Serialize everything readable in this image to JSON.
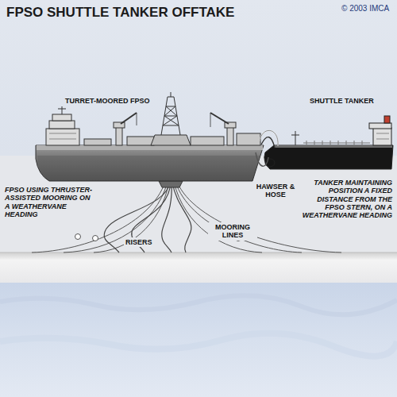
{
  "diagram": {
    "title": "FPSO SHUTTLE TANKER OFFTAKE",
    "labels": [
      "© 2003 IMCA",
      "TURRET-MOORED FPSO",
      "SHUTTLE TANKER",
      "FPSO USING THRUSTER-ASSISTED MOORING ON A WEATHERVANE HEADING",
      "HAWSER & HOSE",
      "TANKER MAINTAINING POSITION A FIXED DISTANCE FROM THE FPSO STERN, ON A WEATHERVANE HEADING",
      "RISERS",
      "MOORING LINES"
    ]
  }
}
